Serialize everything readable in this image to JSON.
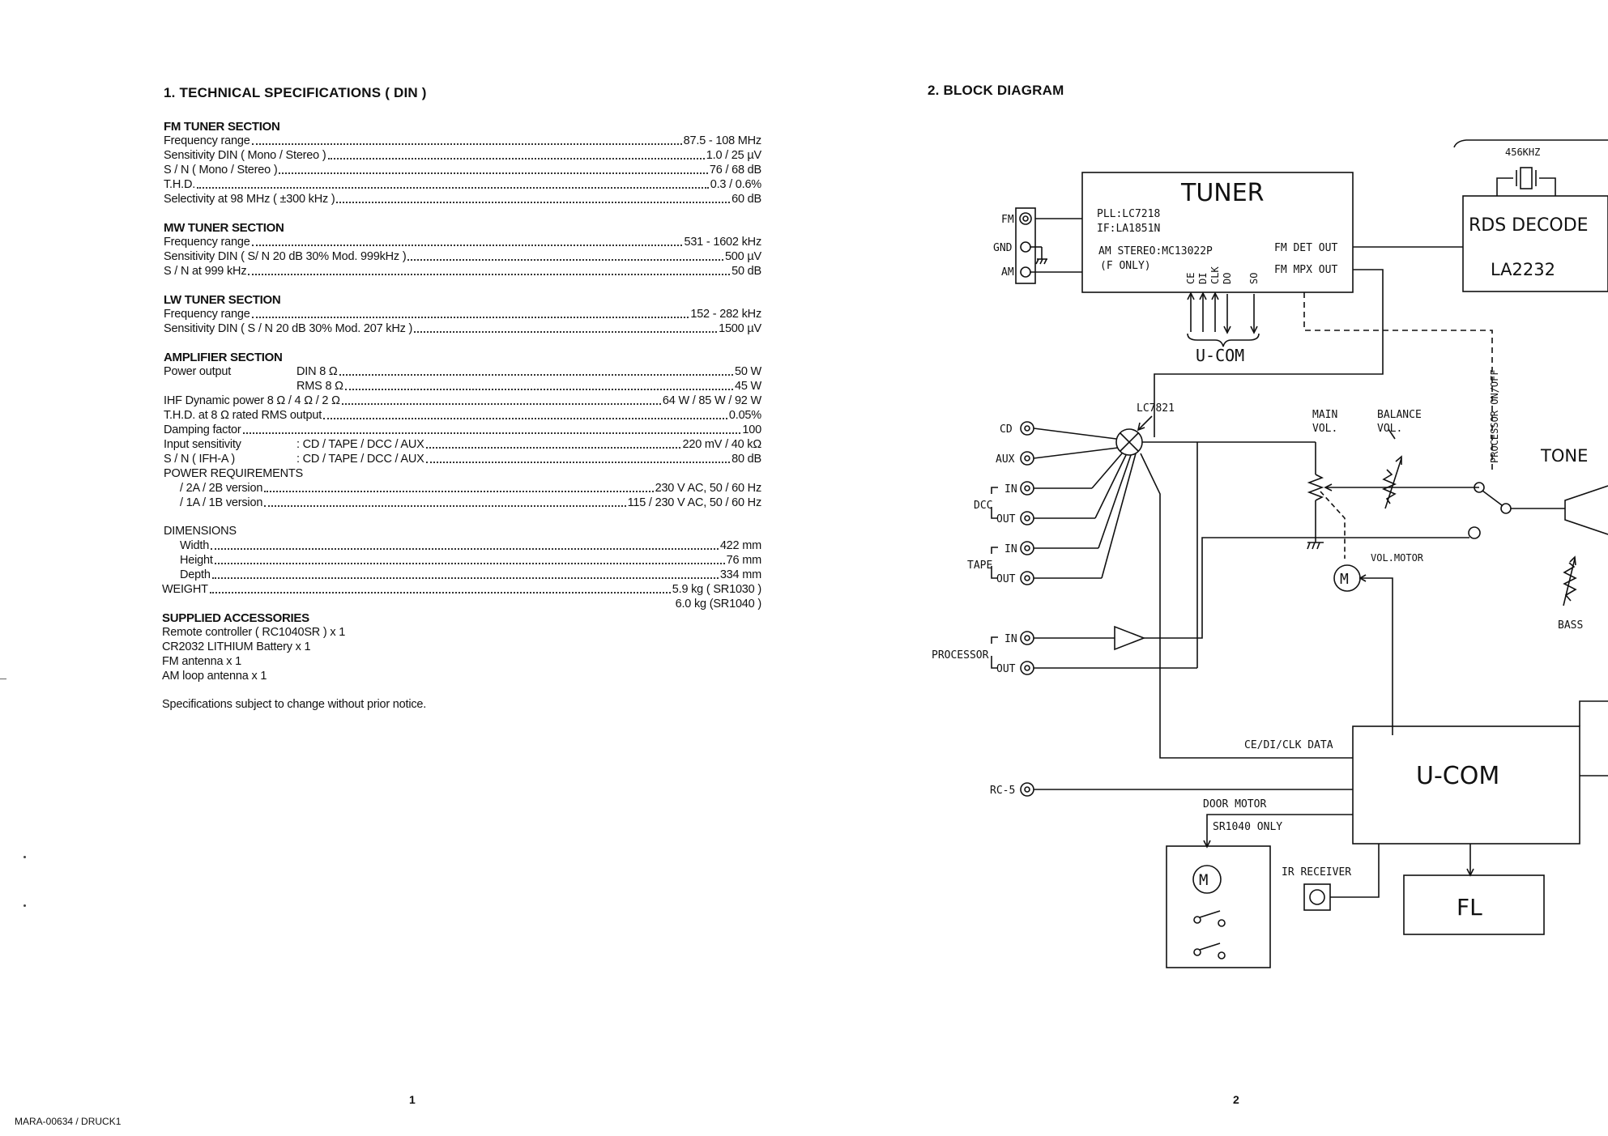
{
  "page1": {
    "title": "1.   TECHNICAL SPECIFICATIONS  ( DIN )",
    "fm": {
      "heading": "FM TUNER SECTION",
      "rows": [
        {
          "label": "Frequency range",
          "value": "87.5 - 108 MHz"
        },
        {
          "label": "Sensitivity DIN ( Mono / Stereo )",
          "value": "1.0 / 25 µV"
        },
        {
          "label": "S / N ( Mono / Stereo )",
          "value": "76 / 68 dB"
        },
        {
          "label": "T.H.D.",
          "value": "0.3 / 0.6%"
        },
        {
          "label": "Selectivity at 98 MHz ( ±300 kHz )",
          "value": "60 dB"
        }
      ]
    },
    "mw": {
      "heading": "MW TUNER SECTION",
      "rows": [
        {
          "label": "Frequency range",
          "value": "531 - 1602 kHz"
        },
        {
          "label": "Sensitivity DIN ( S/ N 20 dB 30% Mod. 999kHz )",
          "value": "500 µV"
        },
        {
          "label": "S / N at 999 kHz",
          "value": "50 dB"
        }
      ]
    },
    "lw": {
      "heading": "LW TUNER SECTION",
      "rows": [
        {
          "label": "Frequency range",
          "value": "152 - 282 kHz"
        },
        {
          "label": "Sensitivity DIN ( S / N 20 dB 30% Mod. 207 kHz )",
          "value": "1500 µV"
        }
      ]
    },
    "amp": {
      "heading": "AMPLIFIER SECTION",
      "power_output_label": "Power output",
      "power_din_label": "DIN 8 Ω",
      "power_din_value": "50 W",
      "power_rms_label": "RMS 8 Ω",
      "power_rms_value": "45 W",
      "rows": [
        {
          "label": "IHF Dynamic power 8 Ω / 4 Ω / 2 Ω",
          "value": "64 W / 85 W / 92 W"
        },
        {
          "label": "T.H.D. at 8 Ω rated RMS output",
          "value": "0.05%"
        },
        {
          "label": "Damping factor",
          "value": "100"
        }
      ],
      "input_sens_label": "Input sensitivity",
      "input_sens_sub": ": CD / TAPE / DCC / AUX",
      "input_sens_value": "220 mV / 40 kΩ",
      "sn_label": "S / N ( IFH-A )",
      "sn_sub": ": CD / TAPE / DCC / AUX",
      "sn_value": "80 dB",
      "power_req_label": "POWER REQUIREMENTS",
      "req_rows": [
        {
          "label": "/ 2A / 2B version",
          "value": "230 V AC, 50 / 60 Hz"
        },
        {
          "label": "/ 1A / 1B version",
          "value": "115 / 230 V AC, 50 / 60 Hz"
        }
      ]
    },
    "dim": {
      "heading": "DIMENSIONS",
      "rows": [
        {
          "label": "Width",
          "value": "422 mm"
        },
        {
          "label": "Height",
          "value": "76 mm"
        },
        {
          "label": "Depth",
          "value": "334 mm"
        }
      ],
      "weight_label": "WEIGHT",
      "weight_value1": "5.9 kg ( SR1030 )",
      "weight_value2": "6.0 kg (SR1040 )"
    },
    "acc": {
      "heading": "SUPPLIED ACCESSORIES",
      "items": [
        "Remote controller ( RC1040SR ) x 1",
        "CR2032 LITHIUM Battery  x 1",
        "FM antenna x 1",
        "AM loop antenna x 1"
      ]
    },
    "notice": "Specifications subject to change without prior notice.",
    "page_number": "1",
    "doc_id": "MARA-00634 / DRUCK1"
  },
  "page2": {
    "title": "2.   BLOCK DIAGRAM",
    "page_number": "2",
    "diagram": {
      "tuner_title": "TUNER",
      "tuner_pll": "PLL:LC7218",
      "tuner_if": "IF:LA1851N",
      "tuner_am": "AM STEREO:MC13022P",
      "tuner_f_only": "(F ONLY)",
      "fm_det_out": "FM DET OUT",
      "fm_mpx_out": "FM MPX OUT",
      "pins": [
        "CE",
        "DI",
        "CLK",
        "DO",
        "SO"
      ],
      "ucom_bus_label": "U-COM",
      "xtal_label": "456KHZ",
      "rds_title": "RDS DECODE",
      "rds_chip": "LA2232",
      "selector_chip": "LC7821",
      "main_vol": "MAIN\nVOL.",
      "balance_vol": "BALANCE\nVOL.",
      "processor_onoff": "PROCESSOR ON/OFF",
      "tone": "TONE",
      "bass": "BASS",
      "vol_motor": "VOL.MOTOR",
      "ce_di_clk": "CE/DI/CLK DATA",
      "ucom_title": "U-COM",
      "door_motor": "DOOR MOTOR",
      "sr1040_only": "SR1040 ONLY",
      "ir_receiver": "IR RECEIVER",
      "fl": "FL",
      "m": "M",
      "jacks": {
        "fm": "FM",
        "gnd": "GND",
        "am": "AM",
        "cd": "CD",
        "aux": "AUX",
        "dcc": "DCC",
        "tape": "TAPE",
        "processor": "PROCESSOR",
        "in": "IN",
        "out": "OUT",
        "rc5": "RC-5"
      }
    }
  }
}
